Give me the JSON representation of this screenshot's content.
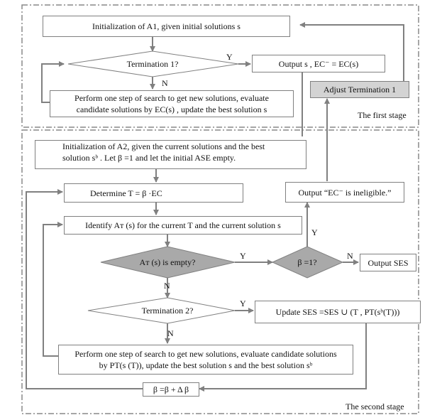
{
  "stage1": {
    "init": "Initialization of A1, given initial solutions s",
    "termination": "Termination 1?",
    "yes": "Y",
    "no": "N",
    "output": "Output s ,  EC⁻ = EC(s)",
    "search_line1": "Perform one step of search to get new solutions, evaluate",
    "search_line2": "candidate solutions by EC(s) , update the best solution s",
    "adjust": "Adjust Termination 1",
    "stage_label": "The first stage"
  },
  "stage2": {
    "init_line1": "Initialization of A2, given the current solutions and the best",
    "init_line2": "solution sᵇ . Let β =1 and let the initial ASE empty.",
    "determine": "Determine   T = β ·EC",
    "identify": "Identify Aᴛ (s) for the current T and the current solution s",
    "empty_check": "Aᴛ (s) is empty?",
    "beta_check": "β =1?",
    "output_ses": "Output SES",
    "output_ineligible": "Output  “EC⁻ is ineligible.”",
    "termination2": "Termination 2?",
    "update_ses": "Update  SES =SES ∪ (T , PT(sᵇ(T)))",
    "search_line1": "Perform one step of search to get new solutions, evaluate candidate solutions",
    "search_line2": "by PT(s (T)), update the best solution s and the best solution sᵇ",
    "beta_update": "β =β + Δ β",
    "yes": "Y",
    "no": "N",
    "stage_label": "The second stage"
  }
}
